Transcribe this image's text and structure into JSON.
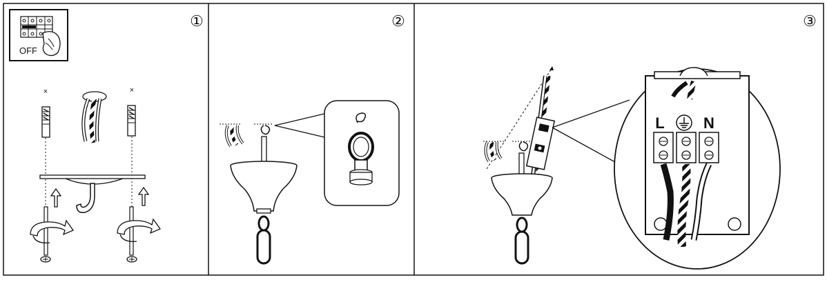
{
  "panels": [
    {
      "number": "①",
      "label": "step-1-mount-bracket"
    },
    {
      "number": "②",
      "label": "step-2-hang-chain"
    },
    {
      "number": "③",
      "label": "step-3-connect-wires"
    }
  ],
  "switch_label": "OFF",
  "terminal_labels": {
    "live": "L",
    "neutral": "N"
  },
  "icons": [
    "power-off-icon",
    "wall-plug-icon",
    "screw-icon",
    "hook-icon",
    "ceiling-canopy-icon",
    "chain-icon",
    "terminal-block-icon",
    "earth-symbol-icon"
  ],
  "colors": {
    "line": "#111111",
    "fill": "#ffffff",
    "shade": "#d9d9d9",
    "dark": "#222222"
  }
}
